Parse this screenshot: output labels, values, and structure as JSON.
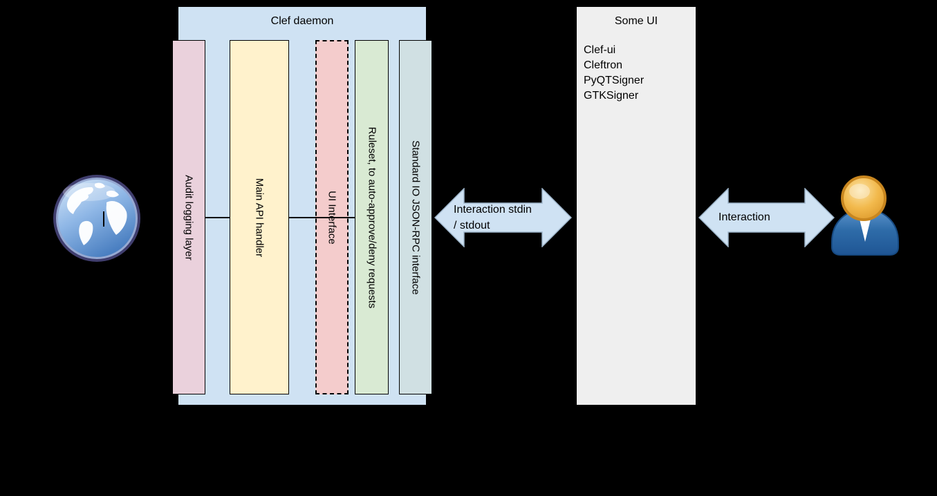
{
  "colors": {
    "background": "#000000",
    "container_fill": "#cfe2f3",
    "some_ui_fill": "#efefef",
    "arrow_fill": "#cfe2f3",
    "border": "#000000"
  },
  "clef_daemon": {
    "title": "Clef daemon",
    "fill": "#cfe2f3",
    "bars": [
      {
        "label": "Audit logging layer",
        "fill": "#ead1dc"
      },
      {
        "label": "Main API handler",
        "fill": "#fff2cc"
      },
      {
        "label": "UI Interface",
        "fill": "#f4cccc",
        "dashed": true
      },
      {
        "label": "Ruleset, to auto-approve/deny requests",
        "fill": "#d9ead3"
      },
      {
        "label": "Standard IO JSON-RPC interface",
        "fill": "#d0e0e3"
      }
    ]
  },
  "some_ui": {
    "title": "Some UI",
    "fill": "#efefef",
    "items": [
      "Clef-ui",
      "Cleftron",
      "PyQTSigner",
      "GTKSigner"
    ]
  },
  "arrows": {
    "fill": "#cfe2f3",
    "left": {
      "line1": "Interaction stdin",
      "line2": "/ stdout"
    },
    "right": {
      "label": "Interaction"
    }
  },
  "icons": {
    "left_endpoint": "globe-icon",
    "right_endpoint": "user-icon"
  }
}
